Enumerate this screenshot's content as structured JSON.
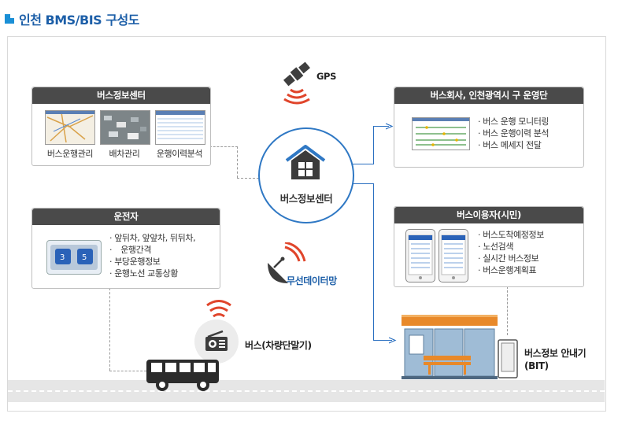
{
  "title": "인천 BMS/BIS 구성도",
  "gps_label": "GPS",
  "center_label": "버스정보센터",
  "wireless_label": "무선데이터망",
  "bus_label": "버스(차량단말기)",
  "bit_label_line1": "버스정보 안내기",
  "bit_label_line2": "(BIT)",
  "panel_center": {
    "title": "버스정보센터",
    "captions": [
      "버스운행관리",
      "배차관리",
      "운행이력분석"
    ]
  },
  "panel_driver": {
    "title": "운전자",
    "items": [
      "앞뒤차, 앞앞차, 뒤뒤차,",
      "운행간격",
      "부당운행정보",
      "운행노선 교통상황"
    ]
  },
  "panel_company": {
    "title": "버스회사, 인천광역시 구 운영단",
    "items": [
      "버스 운행 모니터링",
      "버스 운행이력 분석",
      "버스 메세지 전달"
    ]
  },
  "panel_user": {
    "title": "버스이용자(시민)",
    "items": [
      "버스도착예정정보",
      "노선검색",
      "실시간 버스정보",
      "버스운행계획표"
    ]
  },
  "colors": {
    "accent_blue": "#2f78c4",
    "title_blue": "#1d5fa8",
    "signal_red": "#e0452b",
    "panel_head": "#4a4a4a",
    "bus": "#2b2b2b",
    "shelter_orange": "#e8892a"
  }
}
